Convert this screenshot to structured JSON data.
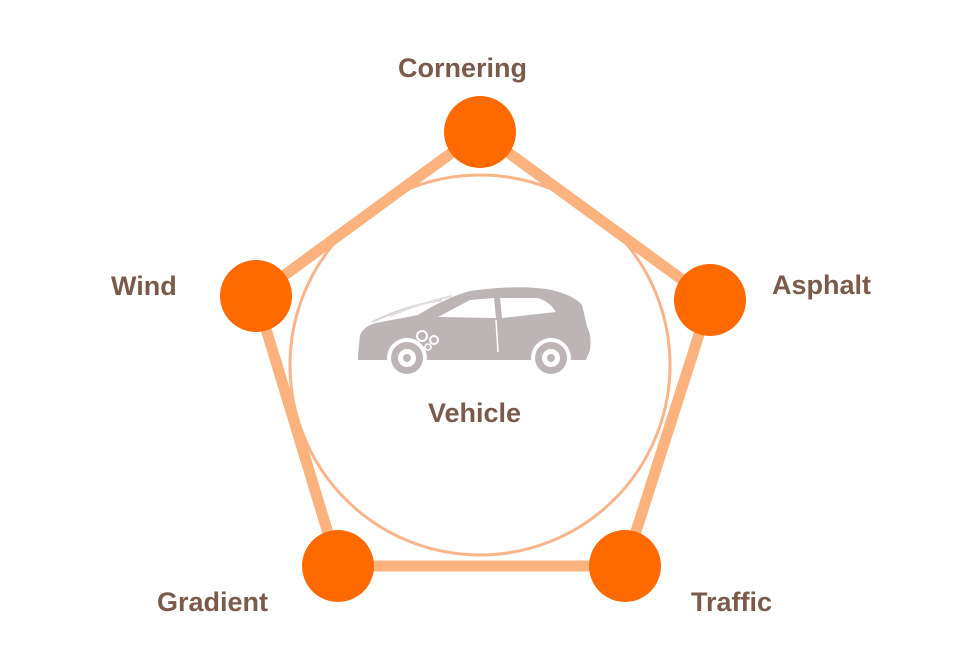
{
  "diagram": {
    "center_label": "Vehicle",
    "factors": [
      {
        "key": "cornering",
        "label": "Cornering"
      },
      {
        "key": "asphalt",
        "label": "Asphalt"
      },
      {
        "key": "traffic",
        "label": "Traffic"
      },
      {
        "key": "gradient",
        "label": "Gradient"
      },
      {
        "key": "wind",
        "label": "Wind"
      }
    ],
    "icons": {
      "center": "car-icon"
    }
  },
  "colors": {
    "node": "#ff6a00",
    "edge": "#fbb27d",
    "circle": "#f9b48a",
    "car": "#bdb5b5",
    "text": "#7a5a4a"
  }
}
